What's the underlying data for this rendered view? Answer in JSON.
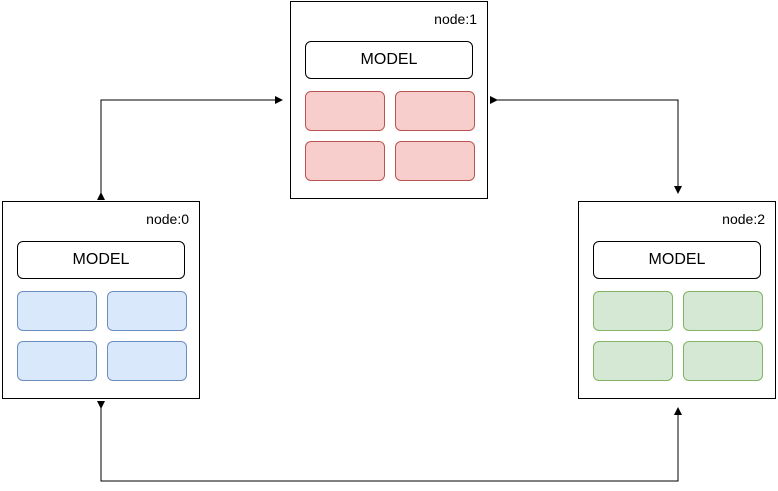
{
  "nodes": [
    {
      "id": "node0",
      "label": "node:0",
      "model_label": "MODEL",
      "fill": "#dae8fc",
      "stroke": "#6c8ebf"
    },
    {
      "id": "node1",
      "label": "node:1",
      "model_label": "MODEL",
      "fill": "#f8cecc",
      "stroke": "#b85450"
    },
    {
      "id": "node2",
      "label": "node:2",
      "model_label": "MODEL",
      "fill": "#d5e8d4",
      "stroke": "#82b366"
    }
  ],
  "edges": [
    {
      "from": "node0",
      "to": "node1",
      "bidirectional": true
    },
    {
      "from": "node1",
      "to": "node2",
      "bidirectional": true
    },
    {
      "from": "node0",
      "to": "node2",
      "bidirectional": true
    }
  ]
}
